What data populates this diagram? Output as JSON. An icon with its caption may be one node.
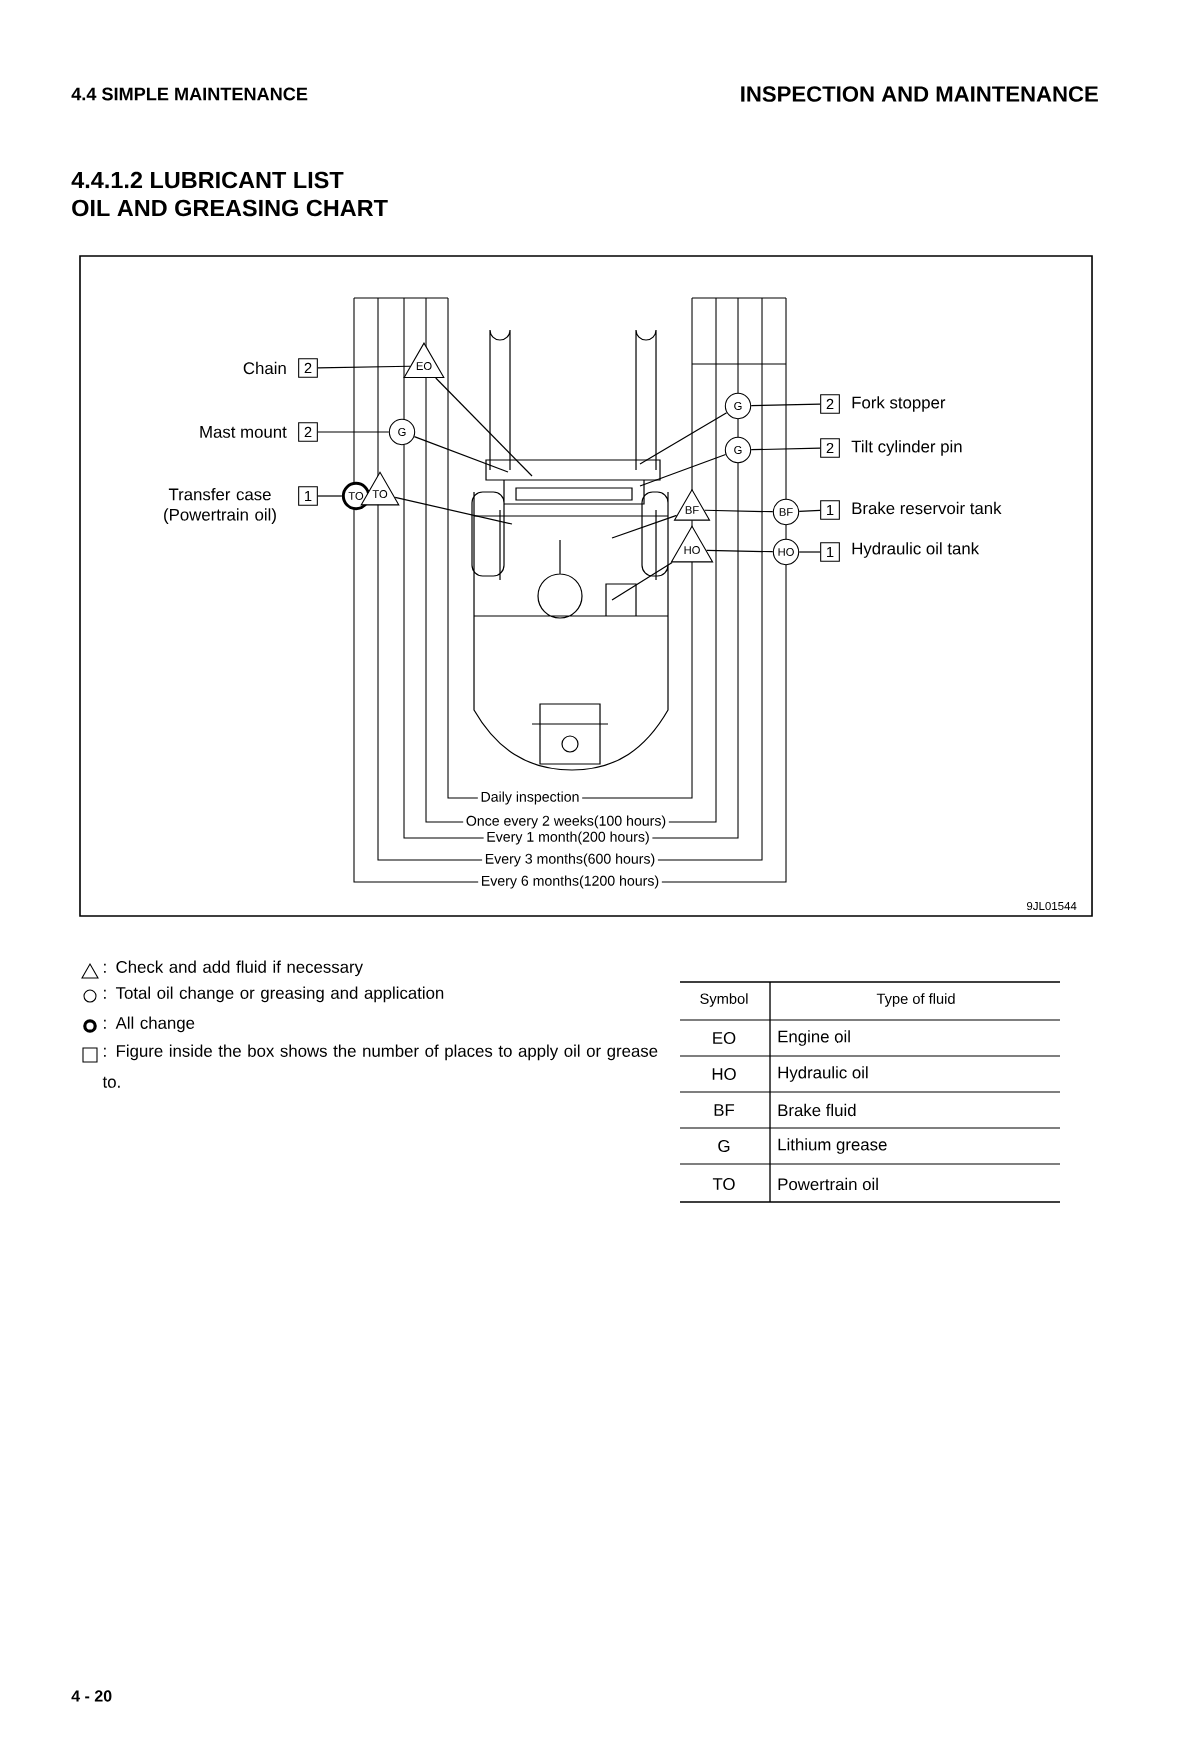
{
  "diagram": {
    "nodes": [
      {
        "text": [
          "Chain"
        ]
      },
      {
        "text": [
          "2"
        ]
      },
      {
        "text": [
          "Mast mount"
        ]
      },
      {
        "text": [
          "2"
        ]
      },
      {
        "text": [
          "Transfer case (Powertrain oil)"
        ]
      },
      {
        "text": [
          "1"
        ]
      },
      {
        "text": [
          "2"
        ]
      },
      {
        "text": [
          "Fork stopper"
        ]
      },
      {
        "text": [
          "2"
        ]
      },
      {
        "text": [
          "Tilt cylinder pin"
        ]
      },
      {
        "text": [
          "1"
        ]
      },
      {
        "text": [
          "Brake reservoir tank"
        ]
      },
      {
        "text": [
          "1"
        ]
      },
      {
        "text": [
          "Hydraulic oil tank"
        ]
      },
      {
        "text": [
          "EO"
        ]
      },
      {
        "text": [
          "G"
        ]
      },
      {
        "text": [
          "TO"
        ]
      },
      {
        "text": [
          "TO"
        ]
      },
      {
        "text": [
          "G"
        ]
      },
      {
        "text": [
          "G"
        ]
      },
      {
        "text": [
          "BF"
        ]
      },
      {
        "text": [
          "BF"
        ]
      },
      {
        "text": [
          "HO"
        ]
      },
      {
        "text": [
          "HO"
        ]
      },
      {
        "text": [
          "Daily inspection"
        ]
      },
      {
        "text": [
          "Once every 2 weeks(100 hours)"
        ]
      },
      {
        "text": [
          "Every 1 month(200 hours)"
        ]
      },
      {
        "text": [
          "Every 3 months(600 hours)"
        ]
      },
      {
        "text": [
          "Every 6 months(1200 hours)"
        ]
      }
    ],
    "edges": [
      {
        "from": 14,
        "to": null,
        "arrow": "none"
      },
      {
        "from": 15,
        "to": null,
        "arrow": "none"
      },
      {
        "from": 17,
        "to": null,
        "arrow": "none"
      },
      {
        "from": 18,
        "to": null,
        "arrow": "none"
      },
      {
        "from": 19,
        "to": null,
        "arrow": "none"
      },
      {
        "from": 20,
        "to": null,
        "arrow": "none"
      },
      {
        "from": 22,
        "to": null,
        "arrow": "none"
      },
      {
        "from": 1,
        "to": 14,
        "arrow": "none"
      },
      {
        "from": 3,
        "to": 15,
        "arrow": "none"
      },
      {
        "from": 5,
        "to": 16,
        "arrow": "none"
      },
      {
        "from": 18,
        "to": 6,
        "arrow": "none"
      },
      {
        "from": 19,
        "to": 8,
        "arrow": "none"
      },
      {
        "from": 20,
        "to": 21,
        "arrow": "none"
      },
      {
        "from": 21,
        "to": 10,
        "arrow": "none"
      },
      {
        "from": 22,
        "to": 23,
        "arrow": "none"
      },
      {
        "from": 23,
        "to": 12,
        "arrow": "none"
      }
    ],
    "labels": [
      "4.4 SIMPLE MAINTENANCE",
      "INSPECTION AND MAINTENANCE",
      "4.4.1.2 LUBRICANT LIST",
      "OIL AND GREASING CHART",
      "9JL01544",
      "Symbol",
      "Type of fluid",
      "EO",
      "Engine oil",
      "HO",
      "Hydraulic oil",
      "BF",
      "Brake fluid",
      "G",
      "Lithium grease",
      "TO",
      "Powertrain oil",
      "4 - 20"
    ],
    "legend": [
      {
        "text": ": Check and add fluid if necessary"
      },
      {
        "text": ": Total oil change or greasing and application"
      },
      {
        "text": ": All change"
      },
      {
        "text": ": Figure inside the box shows the number of places to apply oil or grease to."
      }
    ]
  }
}
